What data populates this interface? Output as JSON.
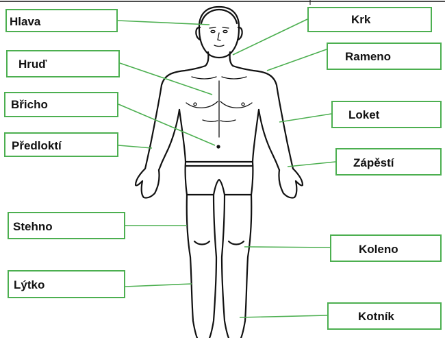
{
  "labels": {
    "head": "Hlava",
    "chest": "Hruď",
    "belly": "Břicho",
    "forearm": "Předloktí",
    "thigh": "Stehno",
    "calf": "Lýtko",
    "neck": "Krk",
    "shoulder": "Rameno",
    "elbow": "Loket",
    "wrist": "Zápěstí",
    "knee": "Koleno",
    "ankle": "Kotník"
  },
  "colors": {
    "connector": "#4caf50",
    "box_border": "#4caf50",
    "outline": "#111111",
    "text": "#111111"
  }
}
